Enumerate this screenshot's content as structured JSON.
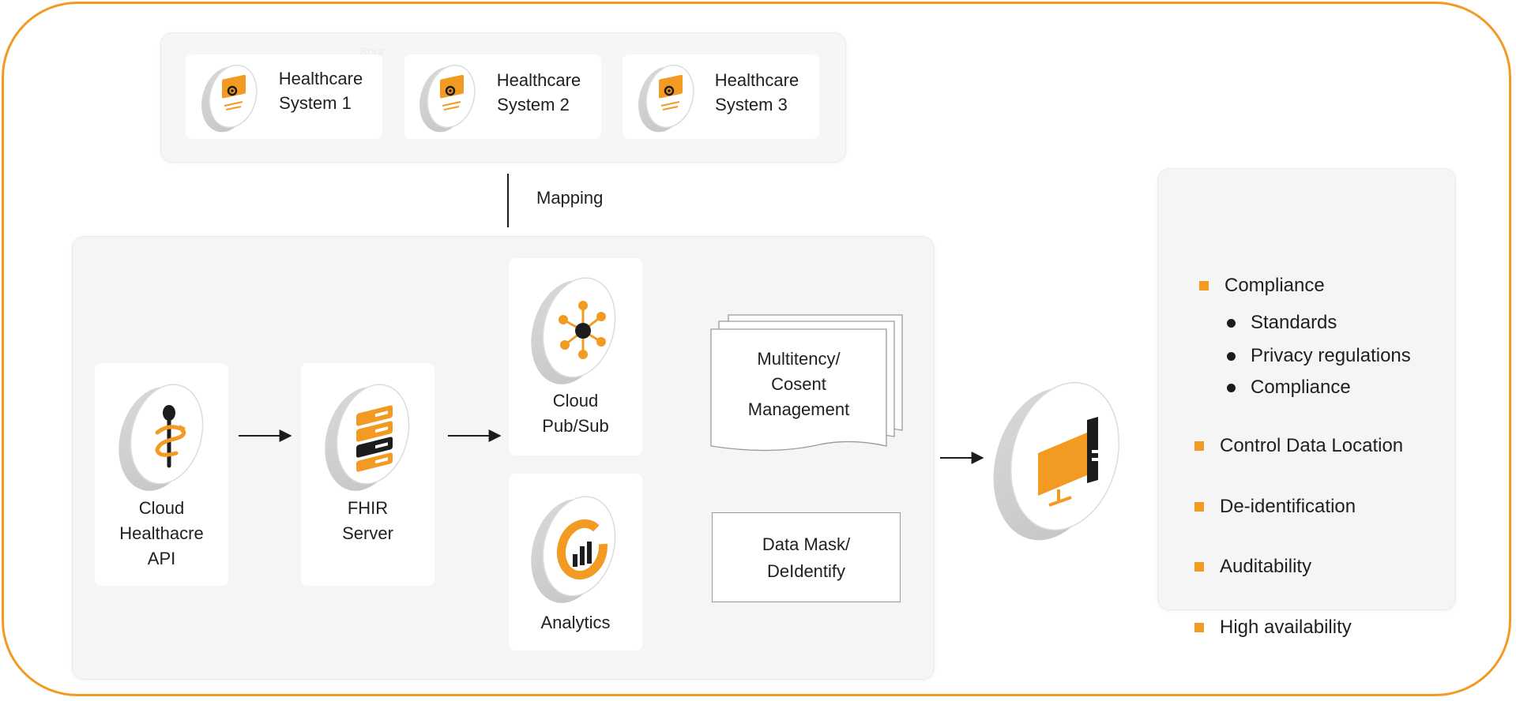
{
  "faint_text": "Sour",
  "healthcare_systems": [
    {
      "line1": "Healthcare",
      "line2": "System 1"
    },
    {
      "line1": "Healthcare",
      "line2": "System 2"
    },
    {
      "line1": "Healthcare",
      "line2": "System 3"
    }
  ],
  "mapping_label": "Mapping",
  "pipeline": {
    "cloud_api": {
      "line1": "Cloud",
      "line2": "Healthacre",
      "line3": "API"
    },
    "fhir": {
      "line1": "FHIR",
      "line2": "Server"
    },
    "pubsub": {
      "line1": "Cloud",
      "line2": "Pub/Sub"
    },
    "analytics": {
      "line1": "Analytics"
    },
    "consent": {
      "line1": "Multitency/",
      "line2": "Cosent",
      "line3": "Management"
    },
    "datamask": {
      "line1": "Data Mask/",
      "line2": "DeIdentify"
    }
  },
  "features": {
    "compliance": "Compliance",
    "compliance_items": [
      "Standards",
      "Privacy regulations",
      "Compliance"
    ],
    "control_data_location": "Control Data Location",
    "deidentification": "De-identification",
    "auditability": "Auditability",
    "high_availability": "High availability"
  },
  "icons": {
    "healthcare_system": "monitor-gear-icon",
    "cloud_api": "caduceus-icon",
    "fhir": "server-stack-icon",
    "pubsub": "hub-network-icon",
    "analytics": "donut-bar-chart-icon",
    "output": "desktop-monitor-icon"
  },
  "colors": {
    "accent": "#f39a23",
    "dark": "#1c1c1c",
    "panel": "#f5f5f5",
    "frame": "#f39a23"
  }
}
